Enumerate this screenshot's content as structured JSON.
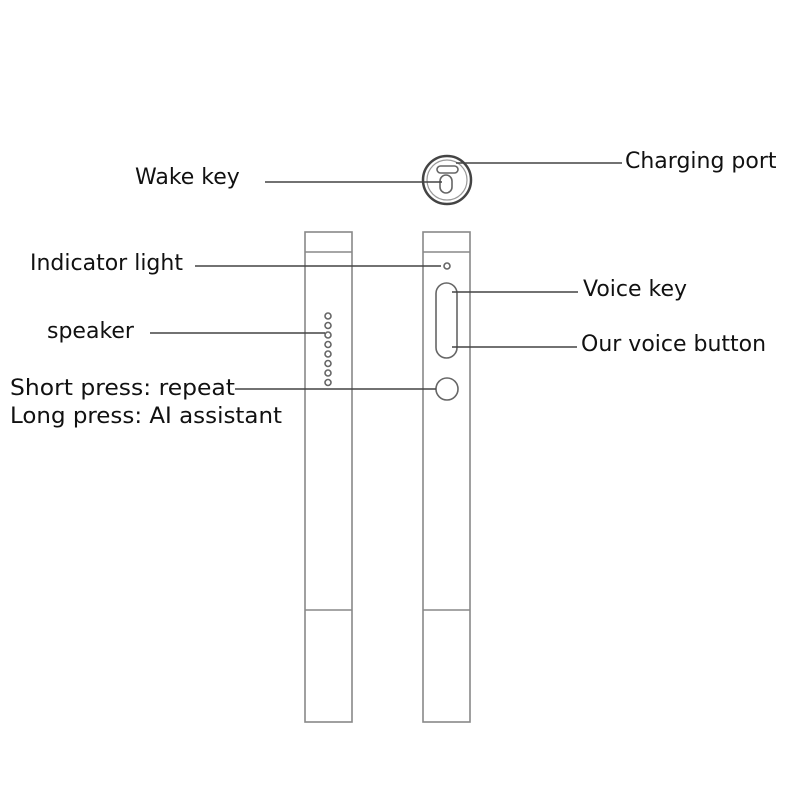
{
  "labels": {
    "wake_key": "Wake key",
    "charging_port": "Charging port",
    "indicator_light": "Indicator light",
    "speaker": "speaker",
    "short_press": "Short press: repeat",
    "long_press": "Long press: AI assistant",
    "voice_key": "Voice key",
    "our_voice_button": "Our voice button"
  },
  "colors": {
    "line": "#444444",
    "outline": "#888888",
    "text": "#111111"
  }
}
